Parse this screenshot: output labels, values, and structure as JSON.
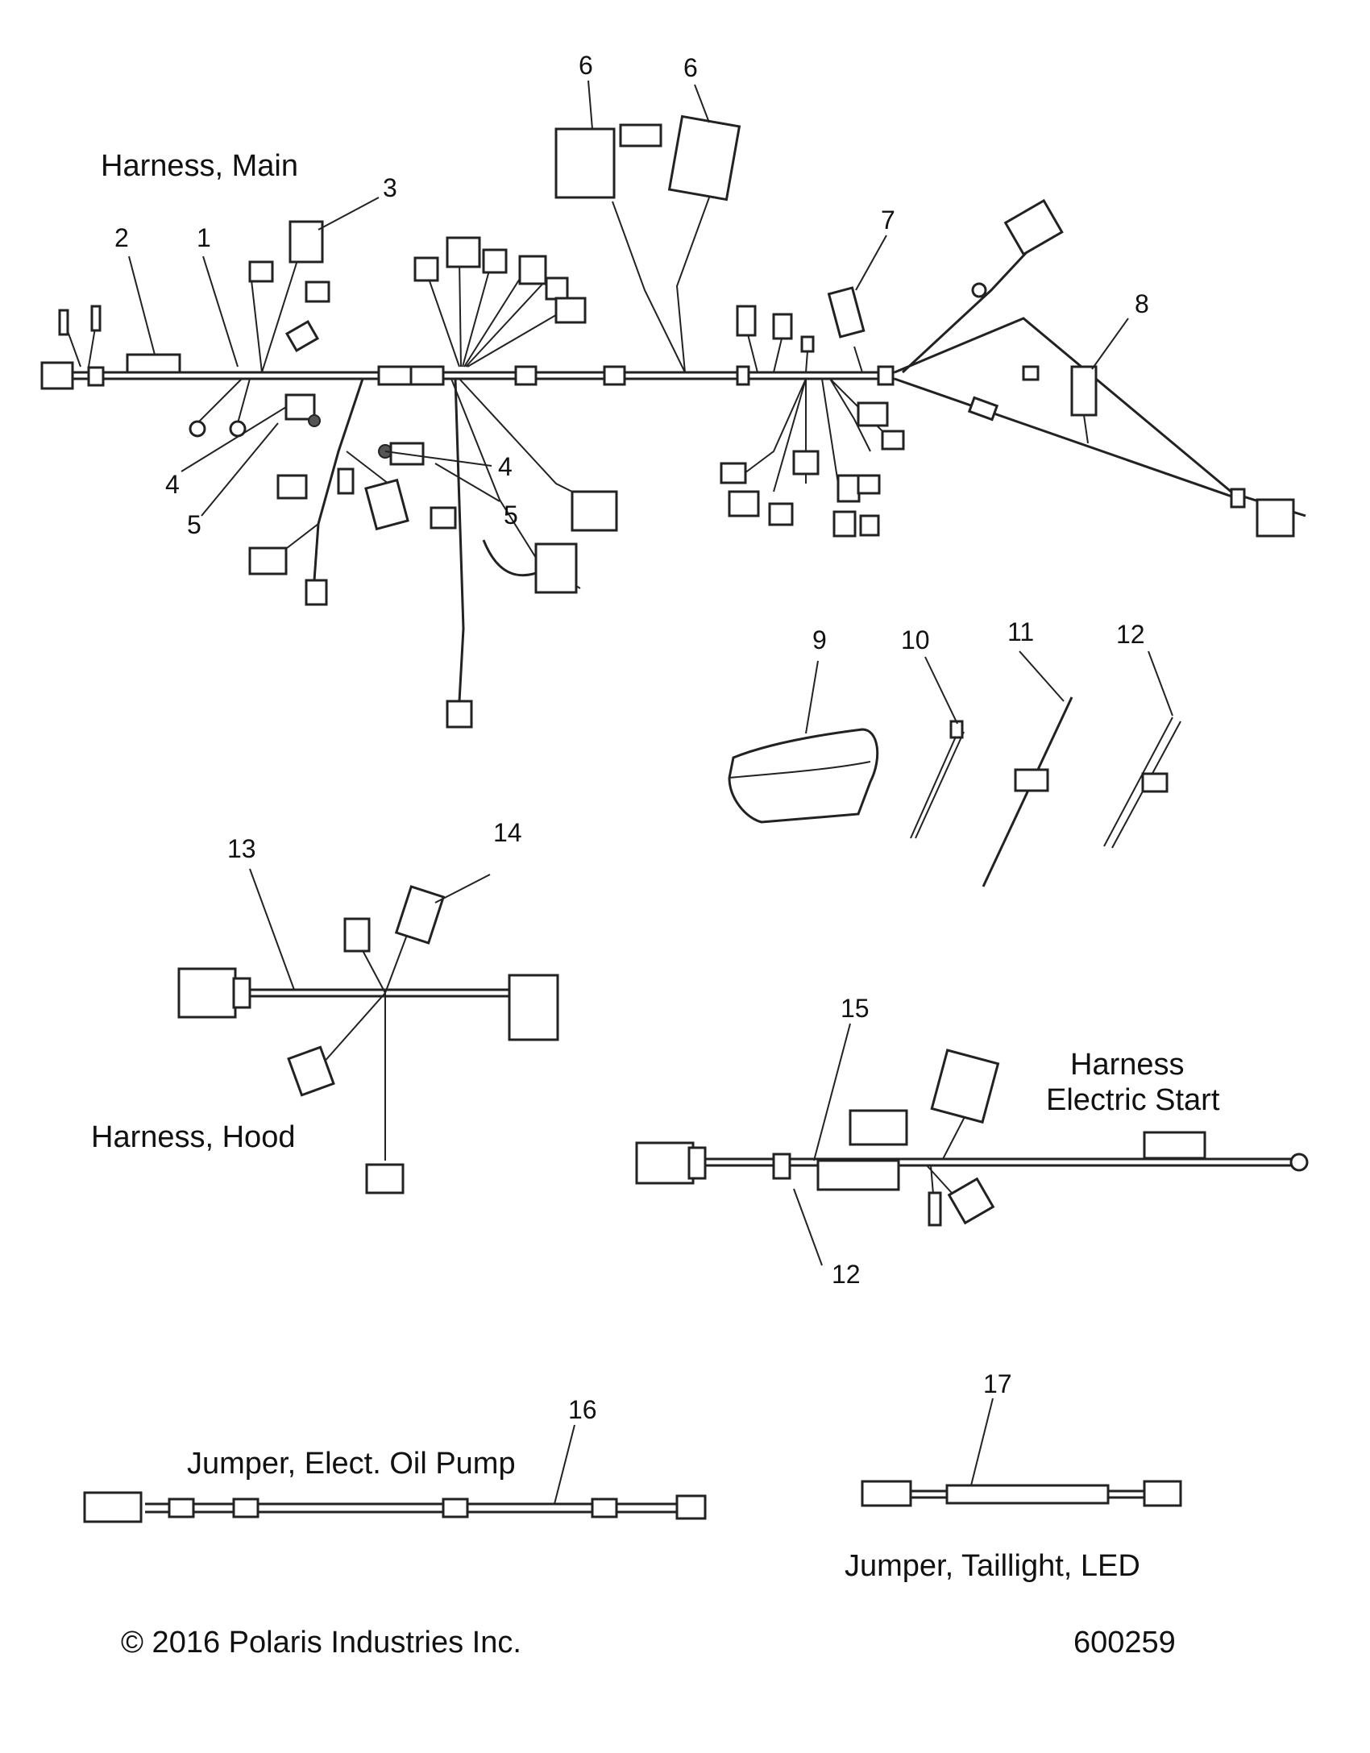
{
  "captions": {
    "harness_main": "Harness, Main",
    "harness_hood": "Harness, Hood",
    "harness_electric_start_line1": "Harness",
    "harness_electric_start_line2": "Electric Start",
    "jumper_oil_pump": "Jumper, Elect. Oil Pump",
    "jumper_taillight": "Jumper, Taillight, LED"
  },
  "footer": {
    "copyright": "© 2016 Polaris Industries Inc.",
    "figure_number": "600259"
  },
  "callouts": {
    "c1": "1",
    "c2": "2",
    "c3": "3",
    "c4a": "4",
    "c4b": "4",
    "c5a": "5",
    "c5b": "5",
    "c6a": "6",
    "c6b": "6",
    "c7": "7",
    "c8": "8",
    "c9": "9",
    "c10": "10",
    "c11": "11",
    "c12a": "12",
    "c12b": "12",
    "c13": "13",
    "c14": "14",
    "c15": "15",
    "c16": "16",
    "c17": "17"
  }
}
